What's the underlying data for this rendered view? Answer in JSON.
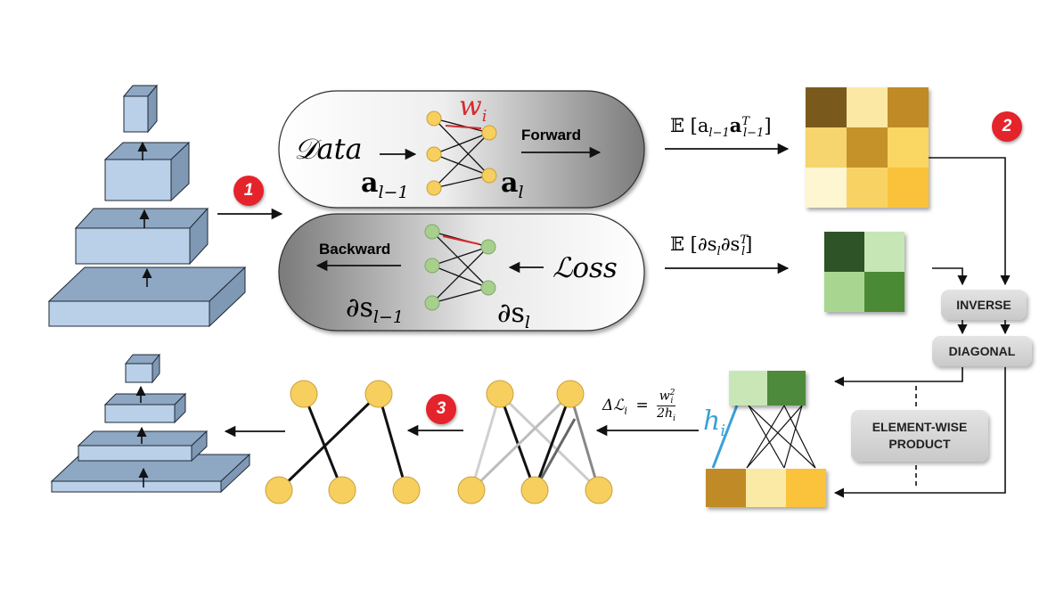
{
  "badges": {
    "one": "1",
    "two": "2",
    "three": "3"
  },
  "forward_capsule": {
    "data_label": "𝒟ata",
    "weight_label": "w",
    "weight_sub": "i",
    "arrow_label": "Forward",
    "input_activation": "a",
    "input_sub": "l−1",
    "output_activation": "a",
    "output_sub": "l"
  },
  "backward_capsule": {
    "loss_label": "ℒoss",
    "arrow_label": "Backward",
    "input_grad": "∂s",
    "input_sub": "l−1",
    "output_grad": "∂s",
    "output_sub": "l"
  },
  "expectations": {
    "activation_cov": "𝔼 [a",
    "activation_cov_mid": "a",
    "activation_sub1": "l−1",
    "activation_sup": "T",
    "activation_sub2": "l−1",
    "activation_close": "]",
    "grad_cov": "𝔼 [∂s",
    "grad_sub1": "l",
    "grad_mid": "∂s",
    "grad_sup": "T",
    "grad_sub2": "l",
    "grad_close": "]"
  },
  "operations": {
    "inverse": "INVERSE",
    "diagonal": "DIAGONAL",
    "elementwise_line1": "ELEMENT-WISE",
    "elementwise_line2": "PRODUCT"
  },
  "hessian_label": {
    "h": "h",
    "sub": "i"
  },
  "saliency": {
    "lhs": "Δℒ",
    "lhs_sub": "i",
    "eq": "=",
    "num": "w",
    "num_sup": "2",
    "num_sub": "i",
    "den": "2h",
    "den_sub": "i"
  },
  "colors": {
    "network_block": "#b9d0e8",
    "node_yellow": "#f7cf5e",
    "node_green": "#a8d08d",
    "weight_red": "#d8292e",
    "hessian_blue": "#3aa0d8",
    "badge_red": "#e4232b",
    "act_matrix": [
      "#7a5a1b",
      "#fbe8a4",
      "#c08a26",
      "#f6d46e",
      "#c5922a",
      "#fad662",
      "#fdf6d0",
      "#f8d363",
      "#fac23a"
    ],
    "grad_matrix": [
      "#2f5226",
      "#c7e6b5",
      "#a8d690",
      "#4c8a36"
    ],
    "diag_grad": [
      "#c9e7b6",
      "#4e8a3a"
    ],
    "diag_act": [
      "#c08a26",
      "#fbe9a6",
      "#fbc23a"
    ]
  }
}
